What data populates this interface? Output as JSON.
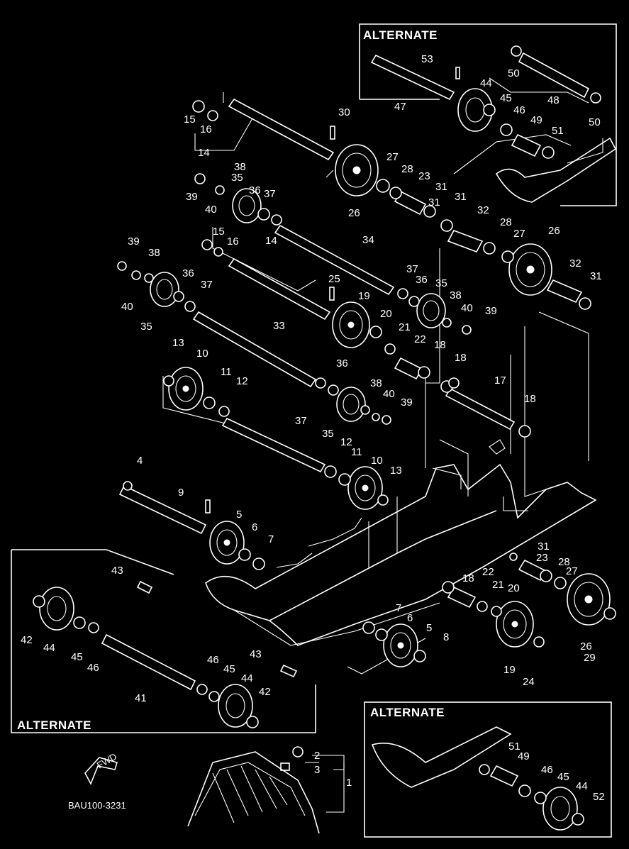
{
  "alternate_box_labels": [
    "ALTERNATE",
    "ALTERNATE",
    "ALTERNATE"
  ],
  "drawing_code": "BAU100-3231",
  "fwd_label": "FWD",
  "part_numbers": [
    "1",
    "2",
    "3",
    "4",
    "5",
    "5",
    "6",
    "6",
    "7",
    "7",
    "8",
    "9",
    "10",
    "10",
    "11",
    "11",
    "12",
    "12",
    "13",
    "13",
    "14",
    "14",
    "15",
    "15",
    "16",
    "16",
    "17",
    "18",
    "18",
    "18",
    "18",
    "19",
    "19",
    "20",
    "20",
    "21",
    "21",
    "22",
    "22",
    "23",
    "23",
    "24",
    "25",
    "26",
    "26",
    "26",
    "27",
    "27",
    "27",
    "28",
    "28",
    "28",
    "29",
    "30",
    "31",
    "31",
    "31",
    "31",
    "31",
    "32",
    "32",
    "33",
    "34",
    "35",
    "35",
    "35",
    "35",
    "36",
    "36",
    "36",
    "36",
    "37",
    "37",
    "37",
    "37",
    "38",
    "38",
    "38",
    "38",
    "39",
    "39",
    "39",
    "39",
    "40",
    "40",
    "40",
    "40",
    "41",
    "42",
    "42",
    "43",
    "43",
    "44",
    "44",
    "44",
    "44",
    "45",
    "45",
    "45",
    "45",
    "46",
    "46",
    "46",
    "46",
    "47",
    "48",
    "49",
    "49",
    "50",
    "50",
    "51",
    "51",
    "52",
    "53"
  ]
}
